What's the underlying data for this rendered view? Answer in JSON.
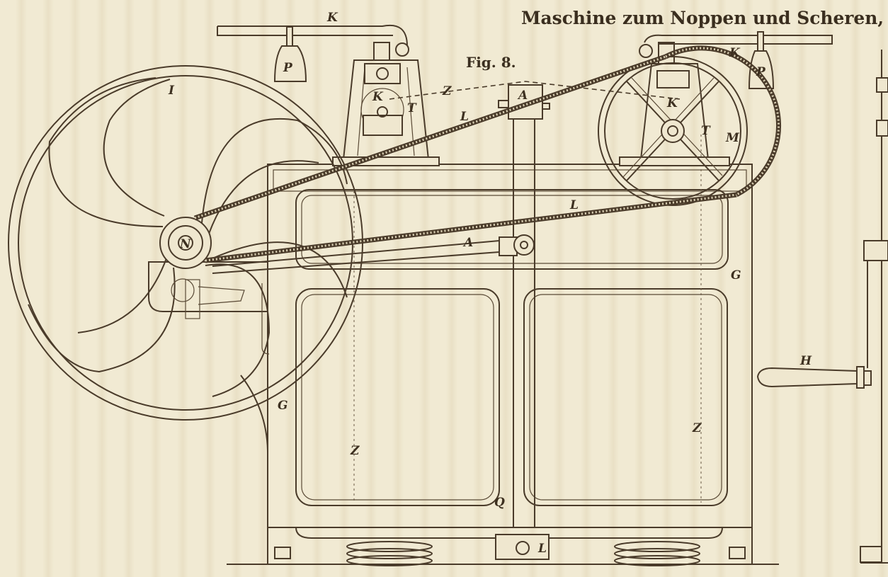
{
  "title": "Maschine zum Noppen und Scheren,",
  "figure_label": "Fig. 8.",
  "labels": {
    "lever_left": "K",
    "weight_left": "P",
    "flywheel": "I",
    "roller_left": "K",
    "stand_left": "T",
    "cord_top": "Z",
    "belt_upper": "L",
    "bearing_top": "A",
    "lever_right": "K",
    "weight_right": "P",
    "roller_right": "K",
    "stand_right": "T",
    "pulley": "M",
    "hub": "N",
    "belt_lower": "L",
    "rod": "A",
    "frame_right": "G",
    "handle": "H",
    "frame_left": "G",
    "cord_left": "Z",
    "cord_right": "Z",
    "column_foot": "Q",
    "base_bearing": "L"
  }
}
